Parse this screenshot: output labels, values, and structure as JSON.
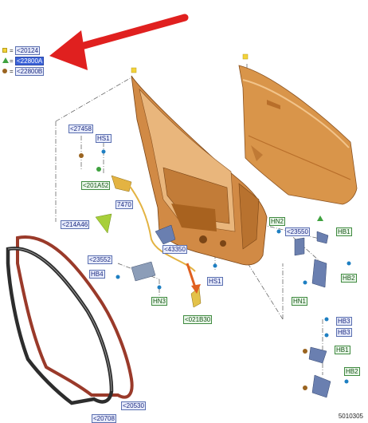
{
  "legend": [
    {
      "symbol": "yellow-square",
      "equals": "=",
      "ref": "<20124"
    },
    {
      "symbol": "green-triangle",
      "equals": "=",
      "ref": "<22800A",
      "selected": true
    },
    {
      "symbol": "brown-dot",
      "equals": "=",
      "ref": "<22800B"
    }
  ],
  "callouts": {
    "c27458": "<27458",
    "hs1_top": "HS1",
    "c201a52": "<201A52",
    "c7470": "7470",
    "c214a46": "<214A46",
    "c43350": "<43350",
    "c23552": "<23552",
    "hb4": "HB4",
    "hn3": "HN3",
    "hs1_mid": "HS1",
    "c021b30": "<021B30",
    "hn2": "HN2",
    "c23550": "<23550",
    "hb1_top": "HB1",
    "hb2_top": "HB2",
    "hn1": "HN1",
    "hb3_a": "HB3",
    "hb3_b": "HB3",
    "hb1_low": "HB1",
    "hb2_low": "HB2",
    "c20530": "<20530",
    "c20708": "<20708"
  },
  "figure_code": "5010305",
  "colors": {
    "door_panel": "#d9954a",
    "door_panel_dark": "#b86e2a",
    "weatherstrip_outer": "#9a3a2a",
    "weatherstrip_inner": "#2d2d2d",
    "arrow": "#e0201f",
    "callout_blue": "#3c63d9",
    "callout_green": "#3f8a3f"
  }
}
